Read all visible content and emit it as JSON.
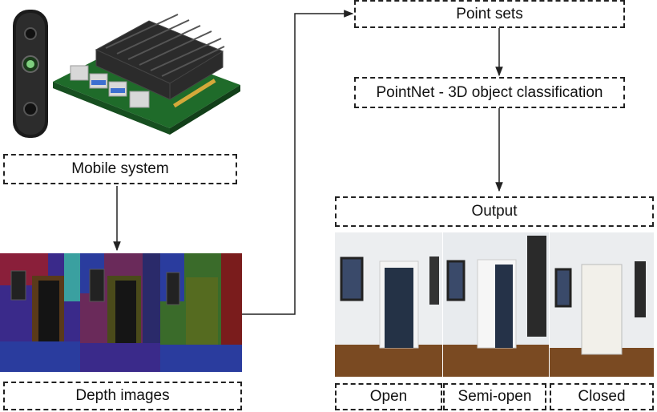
{
  "boxes": {
    "mobile_system": "Mobile system",
    "depth_images": "Depth images",
    "point_sets": "Point sets",
    "pointnet": "PointNet - 3D object classification",
    "output": "Output"
  },
  "classes": [
    "Open",
    "Semi-open",
    "Closed"
  ],
  "colors": {
    "dashed_border": "#222222",
    "arrow": "#222222",
    "heatsink": "#2b2b2b",
    "board_green": "#1f6b2a",
    "depth_red": "#7a1c1c",
    "depth_blue": "#2a3c9e",
    "depth_green": "#3a6b2a",
    "wall": "#e9ecef",
    "floor": "#7a4a22"
  }
}
